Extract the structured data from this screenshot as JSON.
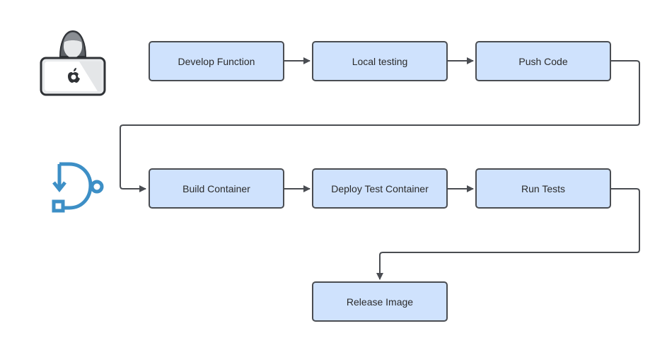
{
  "diagram": {
    "steps": [
      {
        "id": "develop",
        "label": "Develop Function"
      },
      {
        "id": "local-testing",
        "label": "Local testing"
      },
      {
        "id": "push",
        "label": "Push Code"
      },
      {
        "id": "build",
        "label": "Build Container"
      },
      {
        "id": "deploy-test",
        "label": "Deploy Test Container"
      },
      {
        "id": "run-tests",
        "label": "Run Tests"
      },
      {
        "id": "release",
        "label": "Release Image"
      }
    ]
  },
  "icons": {
    "developer": "developer-laptop-icon",
    "pipeline": "pipeline-icon"
  },
  "colors": {
    "node_fill": "#cfe2fd",
    "node_border": "#4a4d52",
    "connector": "#4a4d52",
    "pipeline_icon": "#3d8fc6",
    "laptop_body": "#5d6166"
  }
}
